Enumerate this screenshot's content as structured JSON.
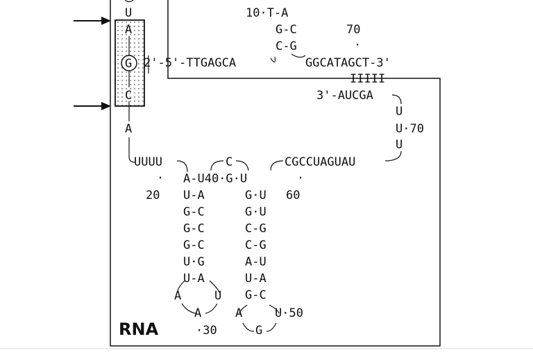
{
  "labels": {
    "dna_five_prime": "2'-5'-TTGAGCA",
    "dna_three_prime": "GGCATAGCT-3'",
    "dna_pair_10": "10·T-A",
    "dna_pair_gc": "G-C",
    "dna_pair_cg": "C-G",
    "num_70_top": "70",
    "dot_70_top": "·",
    "pairing_bars": "IIIII",
    "rna_three_prime": "3'-AUCGA",
    "rna_u1": "U",
    "rna_u70": "U·70",
    "rna_u3": "U",
    "top_u": "U",
    "boxed_a": "A",
    "boxed_g": "G",
    "boxed_c": "C",
    "nt_a": "A",
    "left_uuuu": "UUUU",
    "left_dot": "·",
    "num_20": "20",
    "mid_c": "C",
    "right_strand": "CGCCUAGUAU",
    "right_dot": "·",
    "num_60": "60",
    "row_a_u40": "A-U40·G·U",
    "stem_l": [
      "U-A",
      "G-C",
      "G-C",
      "G-C",
      "U·G",
      "U-A"
    ],
    "stem_r": [
      "G·U",
      "G·U",
      "C-G",
      "C-G",
      "A-U",
      "U-A",
      "G-C"
    ],
    "loop_l_a": "A",
    "loop_l_u": "U",
    "loop_l_a2": "A",
    "num_30": "·30",
    "loop_r_a": "A",
    "loop_r_u50": "U·50",
    "loop_r_g": "G",
    "rna_label": "RNA"
  }
}
